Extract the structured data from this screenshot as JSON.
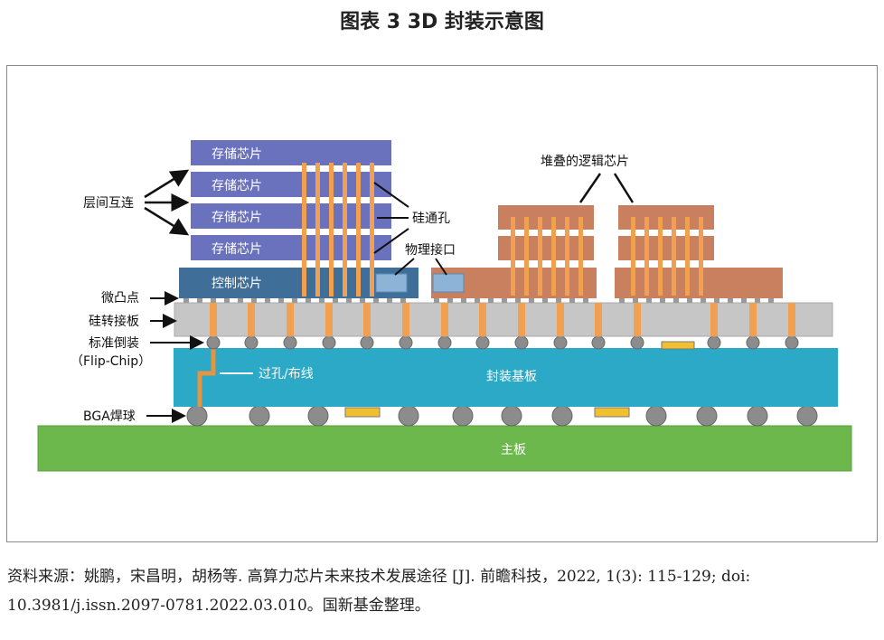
{
  "title": "图表 3  3D 封装示意图",
  "labels": {
    "memory_chip": "存储芯片",
    "control_chip": "控制芯片",
    "stacked_logic": "堆叠的逻辑芯片",
    "interlayer": "层间互连",
    "tsv": "硅通孔",
    "phy": "物理接口",
    "microbump": "微凸点",
    "interposer": "硅转接板",
    "flipchip": "标准倒装",
    "flipchip_en": "（Flip-Chip）",
    "via": "过孔/布线",
    "substrate": "封装基板",
    "bga": "BGA焊球",
    "mainboard": "主板"
  },
  "source": "资料来源：姚鹏，宋昌明，胡杨等. 高算力芯片未来技术发展途径 [J]. 前瞻科技，2022, 1(3): 115-129; doi: 10.3981/j.issn.2097-0781.2022.03.010。国新基金整理。",
  "colors": {
    "memory": "#6a72be",
    "control": "#3f6f98",
    "logic": "#c8805f",
    "tsv": "#f0a050",
    "interposer": "#c6c6c6",
    "substrate": "#2ba9c6",
    "mainboard": "#6cb84c",
    "solder_ball": "#8c8c8c",
    "passive": "#f0c030"
  }
}
